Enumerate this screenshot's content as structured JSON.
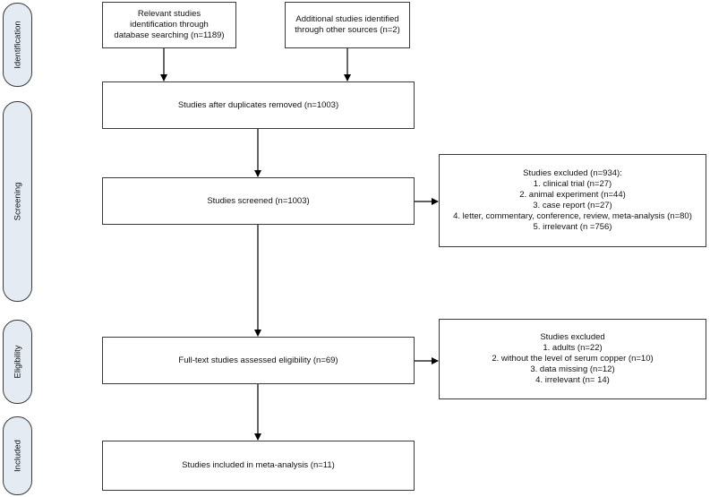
{
  "stages": [
    {
      "label": "Identification"
    },
    {
      "label": "Screening"
    },
    {
      "label": "Eligibility"
    },
    {
      "label": "Included"
    }
  ],
  "boxes": {
    "database": {
      "lines": [
        "Relevant studies",
        "identification through",
        "database searching (n=1189)"
      ]
    },
    "other_sources": {
      "lines": [
        "Additional studies identified",
        "through other sources (n=2)"
      ]
    },
    "duplicates_removed": {
      "lines": [
        "Studies after duplicates removed (n=1003)"
      ]
    },
    "screened": {
      "lines": [
        "Studies screened (n=1003)"
      ]
    },
    "excluded_screening": {
      "lines": [
        "Studies excluded (n=934):",
        "1. clinical trial (n=27)",
        "2. animal experiment (n=44)",
        "3. case report (n=27)",
        "4. letter, commentary, conference, review, meta-analysis (n=80)",
        "5. irrelevant (n =756)"
      ]
    },
    "full_text": {
      "lines": [
        "Full-text studies assessed eligibility (n=69)"
      ]
    },
    "excluded_eligibility": {
      "lines": [
        "Studies excluded",
        "1. adults (n=22)",
        "2. without the level of serum copper (n=10)",
        "3. data missing (n=12)",
        "4. irrelevant (n= 14)"
      ]
    },
    "included": {
      "lines": [
        "Studies included in meta-analysis (n=11)"
      ]
    }
  },
  "colors": {
    "stage_fill": "#e4ebf3",
    "line": "#000000",
    "border": "#3a3a3a"
  }
}
